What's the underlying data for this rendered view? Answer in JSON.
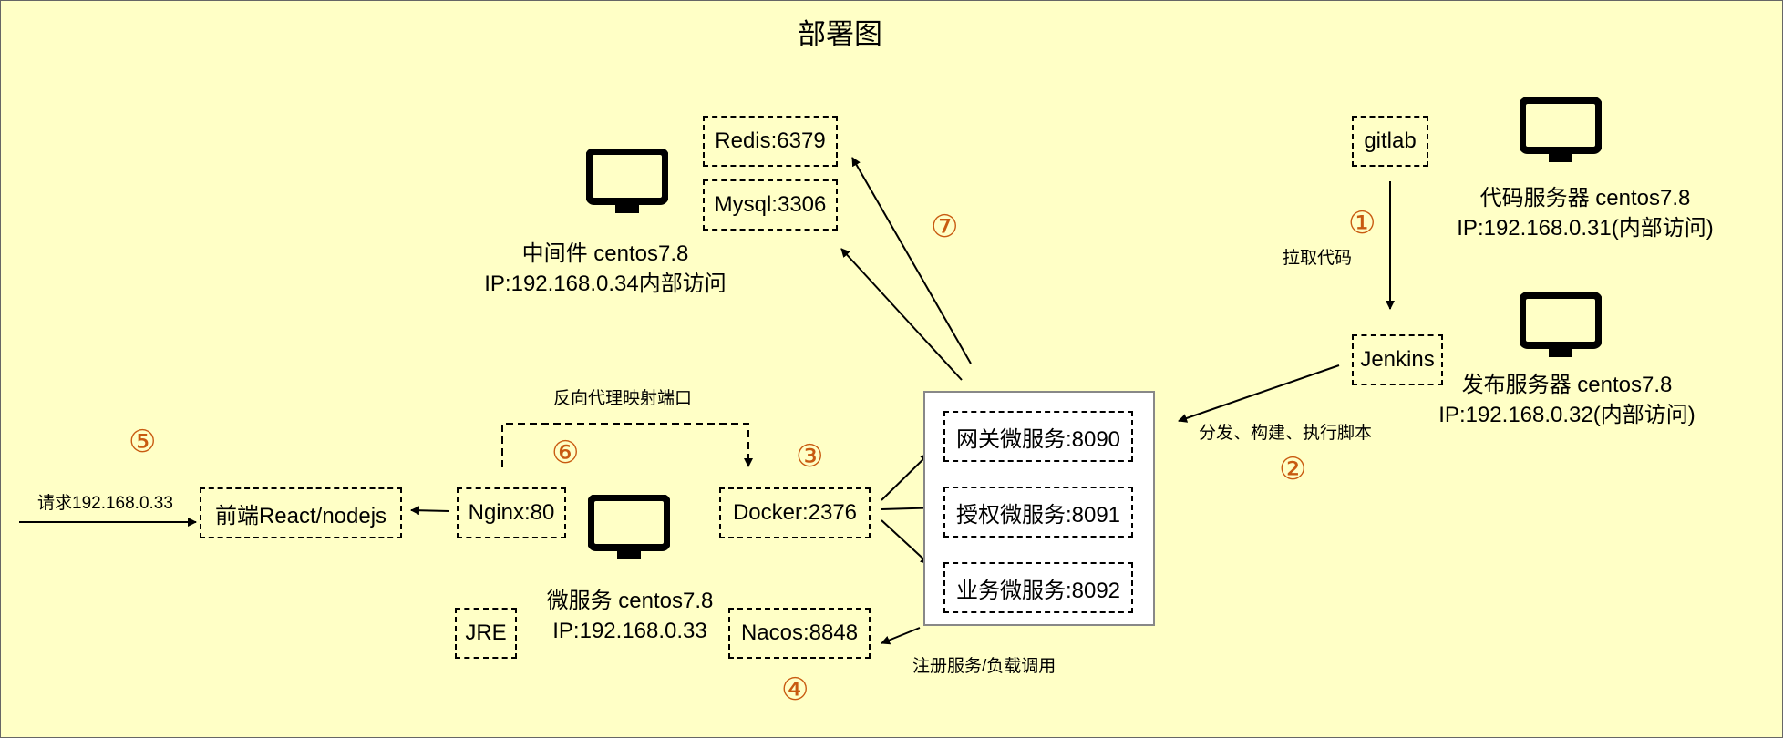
{
  "title": "部署图",
  "servers": {
    "middleware": {
      "name": "中间件 centos7.8",
      "ip": "IP:192.168.0.34内部访问"
    },
    "code": {
      "name": "代码服务器 centos7.8",
      "ip": "IP:192.168.0.31(内部访问)"
    },
    "release": {
      "name": "发布服务器 centos7.8",
      "ip": "IP:192.168.0.32(内部访问)"
    },
    "micro": {
      "name": "微服务 centos7.8",
      "ip": "IP:192.168.0.33"
    }
  },
  "boxes": {
    "redis": "Redis:6379",
    "mysql": "Mysql:3306",
    "gitlab": "gitlab",
    "jenkins": "Jenkins",
    "gateway": "网关微服务:8090",
    "auth": "授权微服务:8091",
    "business": "业务微服务:8092",
    "frontend": "前端React/nodejs",
    "nginx": "Nginx:80",
    "docker": "Docker:2376",
    "jre": "JRE",
    "nacos": "Nacos:8848"
  },
  "labels": {
    "pull_code": "拉取代码",
    "distribute": "分发、构建、执行脚本",
    "reverse_proxy": "反向代理映射端口",
    "request": "请求192.168.0.33",
    "register": "注册服务/负载调用"
  },
  "steps": [
    "①",
    "②",
    "③",
    "④",
    "⑤",
    "⑥",
    "⑦"
  ],
  "colors": {
    "background": "#ffffc6",
    "step_number": "#c85a10",
    "panel": "#ffffff"
  }
}
